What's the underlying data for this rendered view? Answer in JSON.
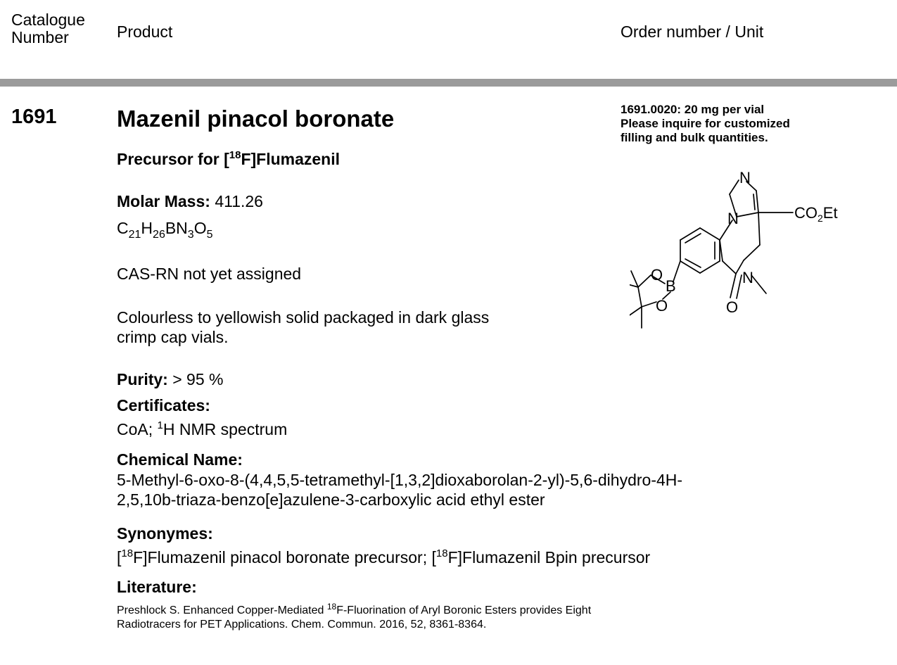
{
  "header": {
    "catalogue_line1": "Catalogue",
    "catalogue_line2": "Number",
    "product": "Product",
    "order": "Order number / Unit"
  },
  "product": {
    "catalogue_number": "1691",
    "name": "Mazenil pinacol boronate",
    "subtitle_prefix": "Precursor for [",
    "subtitle_sup": "18",
    "subtitle_suffix": "F]Flumazenil",
    "molar_mass_label": "Molar Mass:",
    "molar_mass_value": "411.26",
    "formula": {
      "c": "C",
      "c_n": "21",
      "h": "H",
      "h_n": "26",
      "bn": "BN",
      "n_n": "3",
      "o": "O",
      "o_n": "5"
    },
    "cas": "CAS-RN not yet assigned",
    "description_line1": "Colourless to yellowish solid packaged in dark glass",
    "description_line2": "crimp cap vials.",
    "purity_label": "Purity:",
    "purity_value": "> 95 %",
    "certificates_label": "Certificates:",
    "certificates_prefix": "CoA; ",
    "certificates_sup": "1",
    "certificates_suffix": "H NMR spectrum",
    "chemical_name_label": "Chemical Name:",
    "chemical_name_line1": "5-Methyl-6-oxo-8-(4,4,5,5-tetramethyl-[1,3,2]dioxaborolan-2-yl)-5,6-dihydro-4H-",
    "chemical_name_line2": "2,5,10b-triaza-benzo[e]azulene-3-carboxylic acid ethyl ester",
    "synonymes_label": "Synonymes:",
    "syn_a": "[",
    "syn_sup1": "18",
    "syn_b": "F]Flumazenil pinacol boronate precursor; [",
    "syn_sup2": "18",
    "syn_c": "F]Flumazenil Bpin precursor",
    "literature_label": "Literature:",
    "lit_a": "Preshlock S. Enhanced Copper-Mediated ",
    "lit_sup": "18",
    "lit_b": "F-Fluorination of Aryl Boronic Esters provides Eight",
    "lit_line2": "Radiotracers for PET Applications. Chem. Commun. 2016, 52, 8361-8364."
  },
  "order_info": {
    "line1": "1691.0020: 20 mg per vial",
    "line2": "Please inquire for customized",
    "line3": "filling and bulk quantities."
  },
  "structure": {
    "atom_n_top": "N",
    "atom_n_ring": "N",
    "atom_n_amide": "N",
    "atom_o_carbonyl": "O",
    "atom_b": "B",
    "atom_o1": "O",
    "atom_o2": "O",
    "ester_co": "CO",
    "ester_2": "2",
    "ester_et": "Et"
  }
}
